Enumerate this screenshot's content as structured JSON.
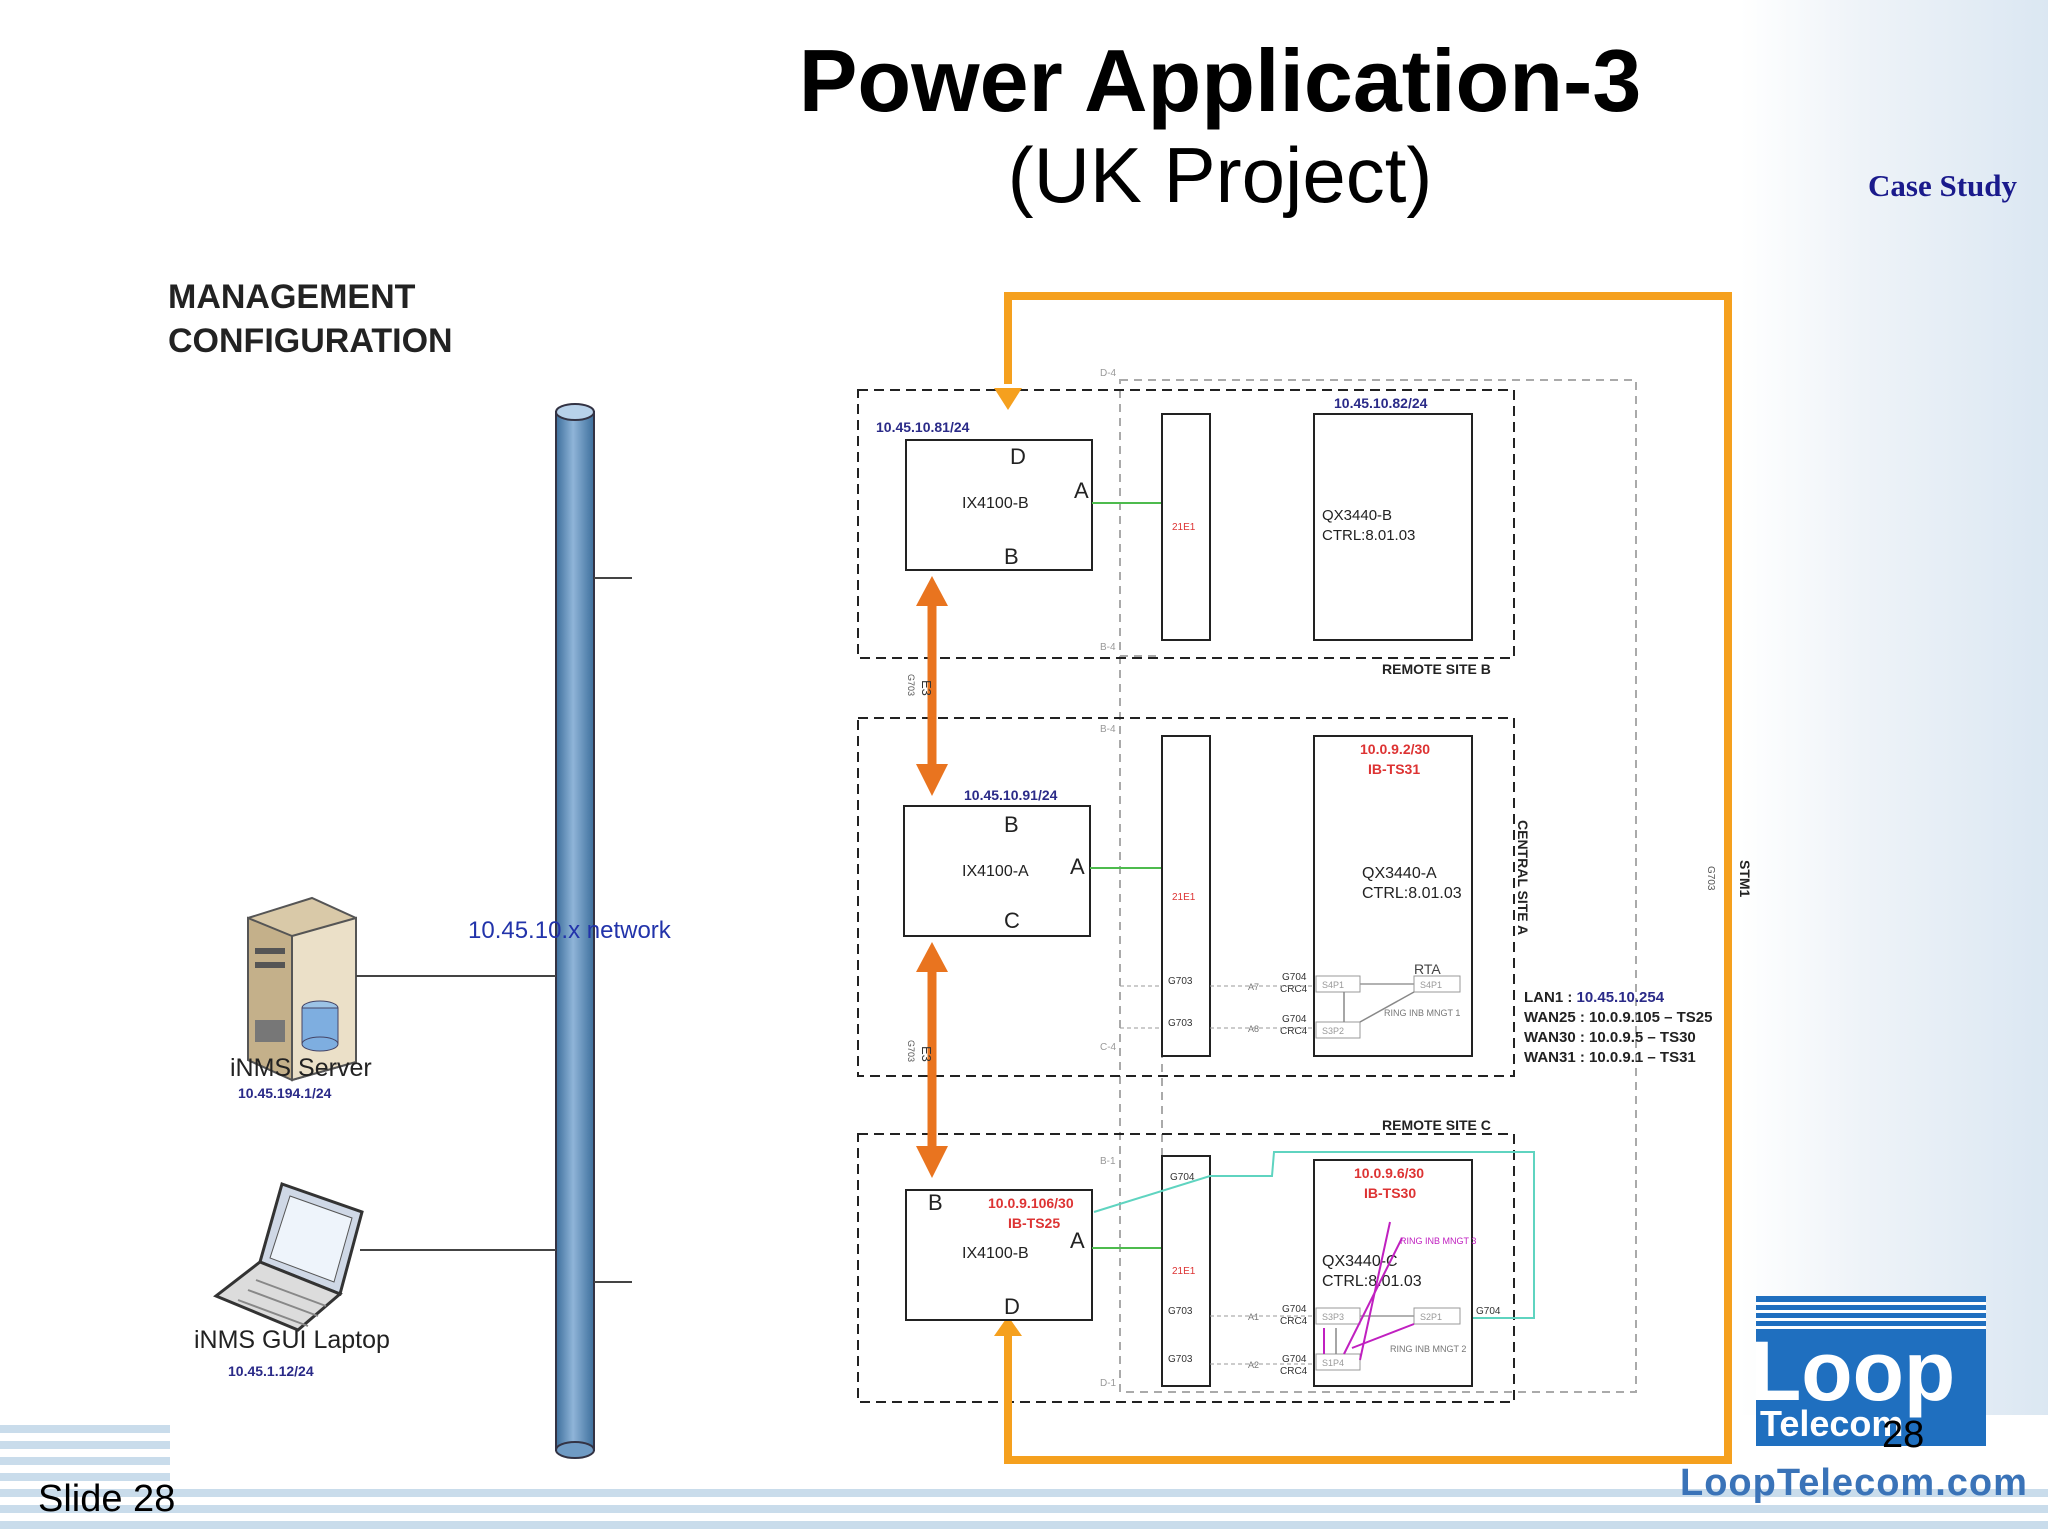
{
  "slide": {
    "title": "Power Application-3",
    "subtitle": "(UK Project)",
    "tag": "Case Study",
    "slide_label": "Slide 28",
    "page_number": "28"
  },
  "logo": {
    "word1": "Loop",
    "word2": "Telecom",
    "url": "LoopTelecom.com"
  },
  "diagram": {
    "heading_line1": "MANAGEMENT",
    "heading_line2": "CONFIGURATION",
    "network_label": "10.45.10.x network",
    "server": {
      "name": "iNMS Server",
      "ip": "10.45.194.1/24"
    },
    "laptop": {
      "name": "iNMS GUI Laptop",
      "ip": "10.45.1.12/24"
    },
    "site_b": {
      "label": "REMOTE SITE B",
      "ix_ip": "10.45.10.81/24",
      "ix_name": "IX4100-B",
      "ix_port_top": "D",
      "ix_port_right": "A",
      "ix_port_bottom": "B",
      "e1_label": "21E1",
      "qx_ip": "10.45.10.82/24",
      "qx_name": "QX3440-B",
      "qx_ctrl": "CTRL:8.01.03",
      "corner_top": "D-4",
      "corner_bottom": "B-4"
    },
    "site_a": {
      "label": "CENTRAL SITE A",
      "ix_ip": "10.45.10.91/24",
      "ix_name": "IX4100-A",
      "ix_port_top": "B",
      "ix_port_right": "A",
      "ix_port_bottom": "C",
      "e1_label": "21E1",
      "qx_ip": "10.0.9.2/30",
      "qx_ib": "IB-TS31",
      "qx_name": "QX3440-A",
      "qx_ctrl": "CTRL:8.01.03",
      "rta": "RTA",
      "g703_1": "G703",
      "g703_2": "G703",
      "g704_1": "G704",
      "crc_1": "CRC4",
      "g704_2": "G704",
      "crc_2": "CRC4",
      "s1": "S4P1",
      "s2": "S3P2",
      "s3": "S4P1",
      "ring": "RING INB MNGT 1",
      "a7": "A7",
      "a8": "A8",
      "corner_top": "B-4",
      "corner_bottom": "C-4",
      "lan1_label": "LAN1 : ",
      "lan1_ip": "10.45.10.254",
      "wan25": "WAN25 : 10.0.9.105 – TS25",
      "wan30": "WAN30 : 10.0.9.5 – TS30",
      "wan31": "WAN31 : 10.0.9.1 – TS31"
    },
    "site_c": {
      "label": "REMOTE SITE C",
      "ix_ip": "10.0.9.106/30",
      "ix_ib": "IB-TS25",
      "ix_name": "IX4100-B",
      "ix_port_top": "B",
      "ix_port_right": "A",
      "ix_port_bottom": "D",
      "e1_label": "21E1",
      "qx_ip": "10.0.9.6/30",
      "qx_ib": "IB-TS30",
      "qx_name": "QX3440-C",
      "qx_ctrl": "CTRL:8.01.03",
      "ring2": "RING INB MNGT 2",
      "ring3": "RING INB MNGT 3",
      "g704_top": "G704",
      "g703_1": "G703",
      "g703_2": "G703",
      "g704_1": "G704",
      "crc_1": "CRC4",
      "g704_2": "G704",
      "crc_2": "CRC4",
      "g704_right": "G704",
      "s1": "S3P3",
      "s2": "S2P1",
      "s3": "S1P4",
      "a1": "A1",
      "a2": "A2",
      "corner_top": "B-1",
      "corner_bottom": "D-1"
    },
    "links": {
      "e3_1": "E3",
      "g703_1": "G703",
      "e3_2": "E3",
      "g703_2": "G703",
      "stm1": "STM1",
      "stm1_g703": "G703"
    }
  }
}
